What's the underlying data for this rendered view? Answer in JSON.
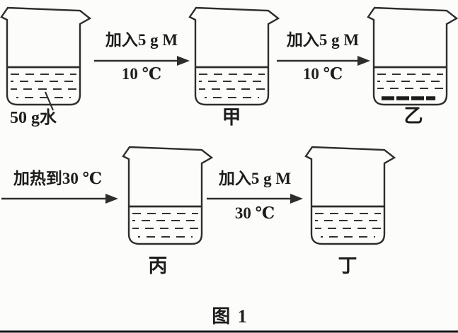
{
  "figure": {
    "caption": "图 1",
    "colors": {
      "ink": "#2d2d2d",
      "paper": "#fcfcfa"
    },
    "beakers": [
      {
        "label": "50 g水",
        "has_undissolved_solid": false
      },
      {
        "label": "甲",
        "has_undissolved_solid": false
      },
      {
        "label": "乙",
        "has_undissolved_solid": true
      },
      {
        "label": "丙",
        "has_undissolved_solid": false
      },
      {
        "label": "丁",
        "has_undissolved_solid": false
      }
    ],
    "steps": [
      {
        "label_top": "加入5 g M",
        "label_bottom": "10 ℃"
      },
      {
        "label_top": "加入5 g M",
        "label_bottom": "10 ℃"
      },
      {
        "label_top": "加热到30 ℃",
        "label_bottom": ""
      },
      {
        "label_top": "加入5 g M",
        "label_bottom": "30 ℃"
      }
    ]
  }
}
